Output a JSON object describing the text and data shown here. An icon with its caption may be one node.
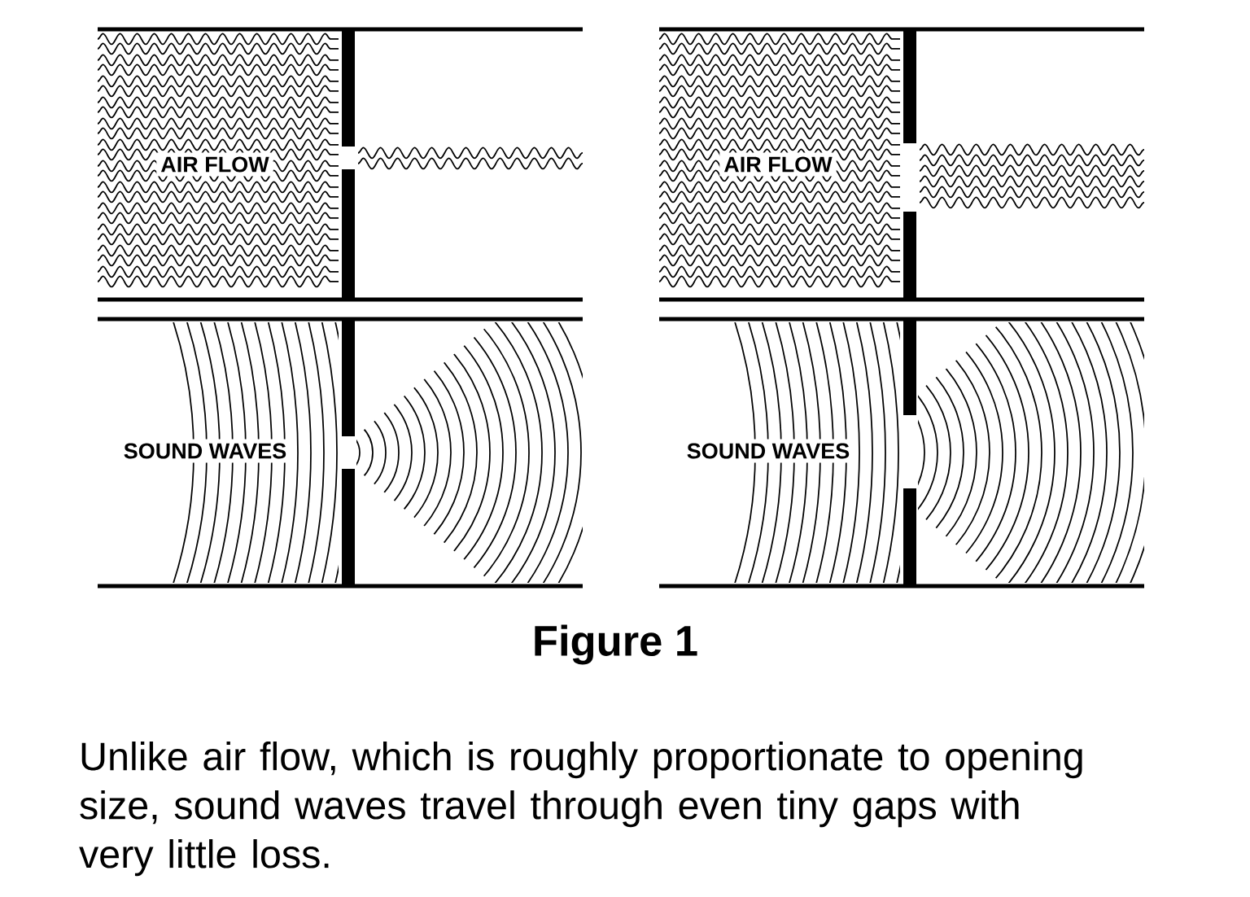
{
  "diagram": {
    "labels": [
      "AIR FLOW",
      "AIR FLOW",
      "SOUND WAVES",
      "SOUND WAVES",
      "Figure 1"
    ],
    "caption": "Unlike air flow, which is roughly proportionate to opening size, sound waves travel through even tiny gaps with very little loss."
  }
}
